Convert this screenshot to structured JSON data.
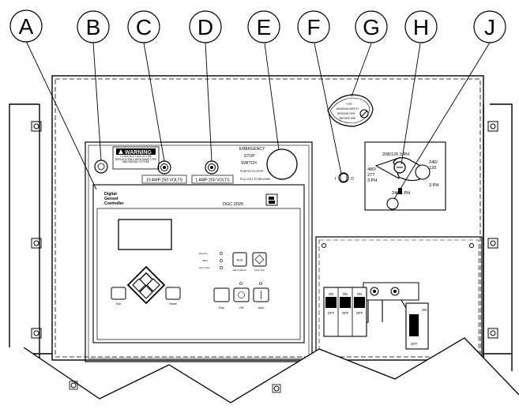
{
  "callouts": [
    {
      "id": "a",
      "letter": "A"
    },
    {
      "id": "b",
      "letter": "B"
    },
    {
      "id": "c",
      "letter": "C"
    },
    {
      "id": "d",
      "letter": "D"
    },
    {
      "id": "e",
      "letter": "E"
    },
    {
      "id": "f",
      "letter": "F"
    },
    {
      "id": "g",
      "letter": "G"
    },
    {
      "id": "h",
      "letter": "H"
    },
    {
      "id": "j",
      "letter": "J"
    }
  ],
  "warning": {
    "title": "WARNING",
    "body": "TO REDUCE RISK OF FIRE REPLACE ONLY WITH SAME TYPE AND RATING OF FUSE"
  },
  "fuses": {
    "left_rating": "10 AMP 250 VOLTS",
    "right_rating": "1 AMP 250 VOLTS"
  },
  "estop": {
    "line1": "EMERGENCY",
    "line2": "STOP",
    "line3": "SWITCH",
    "line4": "PUSH IN TO STOP",
    "line5": "PULL OUT TO RELEASE"
  },
  "controller": {
    "title1": "Digital",
    "title2": "Genset",
    "title3": "Controller",
    "model": "DGC 2020"
  },
  "controls": {
    "led_labels": [
      "Running",
      "Alarm",
      "Not in Auto"
    ],
    "btn_mode": "Mode",
    "btn_alarm": "Alarm Silence",
    "btn_lamp": "Lamp Test",
    "btn_run": "Run",
    "btn_off": "Off",
    "btn_auto": "Auto",
    "btn_edit": "Edit",
    "btn_reset": "Reset"
  },
  "placard": {
    "line1": "FOR",
    "line2": "MAXIMUM SAFETY",
    "line3": "GROUND THIS",
    "line4": "BEFORE USE"
  },
  "toggle": {
    "left": "I",
    "right": "O"
  },
  "selector": {
    "top": "208/120  3 PH",
    "left1": "480/",
    "left2": "277",
    "left3": "3 PH",
    "right1": "240/",
    "right2": "120",
    "right3": "3 PH",
    "bottom": "240 1 PH"
  },
  "breakers": {
    "on": "ON",
    "off": "OFF"
  }
}
